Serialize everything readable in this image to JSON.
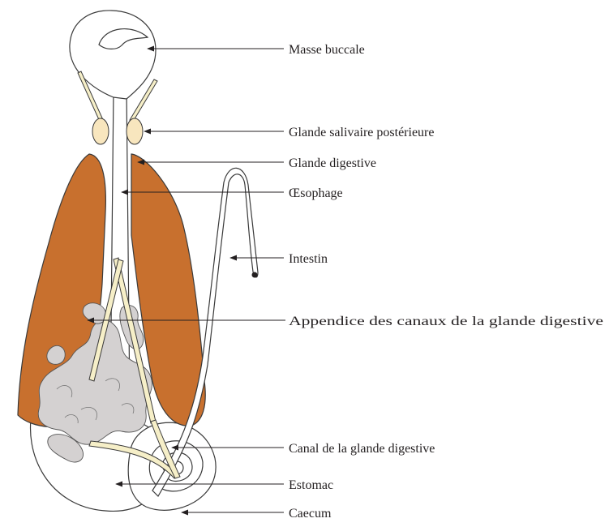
{
  "labels": [
    {
      "id": "masse-buccale",
      "text": "Masse buccale"
    },
    {
      "id": "glande-salivaire",
      "text": "Glande salivaire postérieure"
    },
    {
      "id": "glande-digestive",
      "text": "Glande digestive"
    },
    {
      "id": "oesophage",
      "text": "Œsophage"
    },
    {
      "id": "intestin",
      "text": "Intestin"
    },
    {
      "id": "appendice",
      "text": "Appendice des canaux de la glande digestive"
    },
    {
      "id": "canal",
      "text": "Canal de la glande digestive"
    },
    {
      "id": "estomac",
      "text": "Estomac"
    },
    {
      "id": "caecum",
      "text": "Caecum"
    }
  ],
  "colors": {
    "digestive_gland": "#c8702e",
    "salivary_gland": "#f8e6be",
    "duct": "#f6efc8",
    "appendages": "#d4d1d1",
    "outline": "#3a3a3a"
  }
}
